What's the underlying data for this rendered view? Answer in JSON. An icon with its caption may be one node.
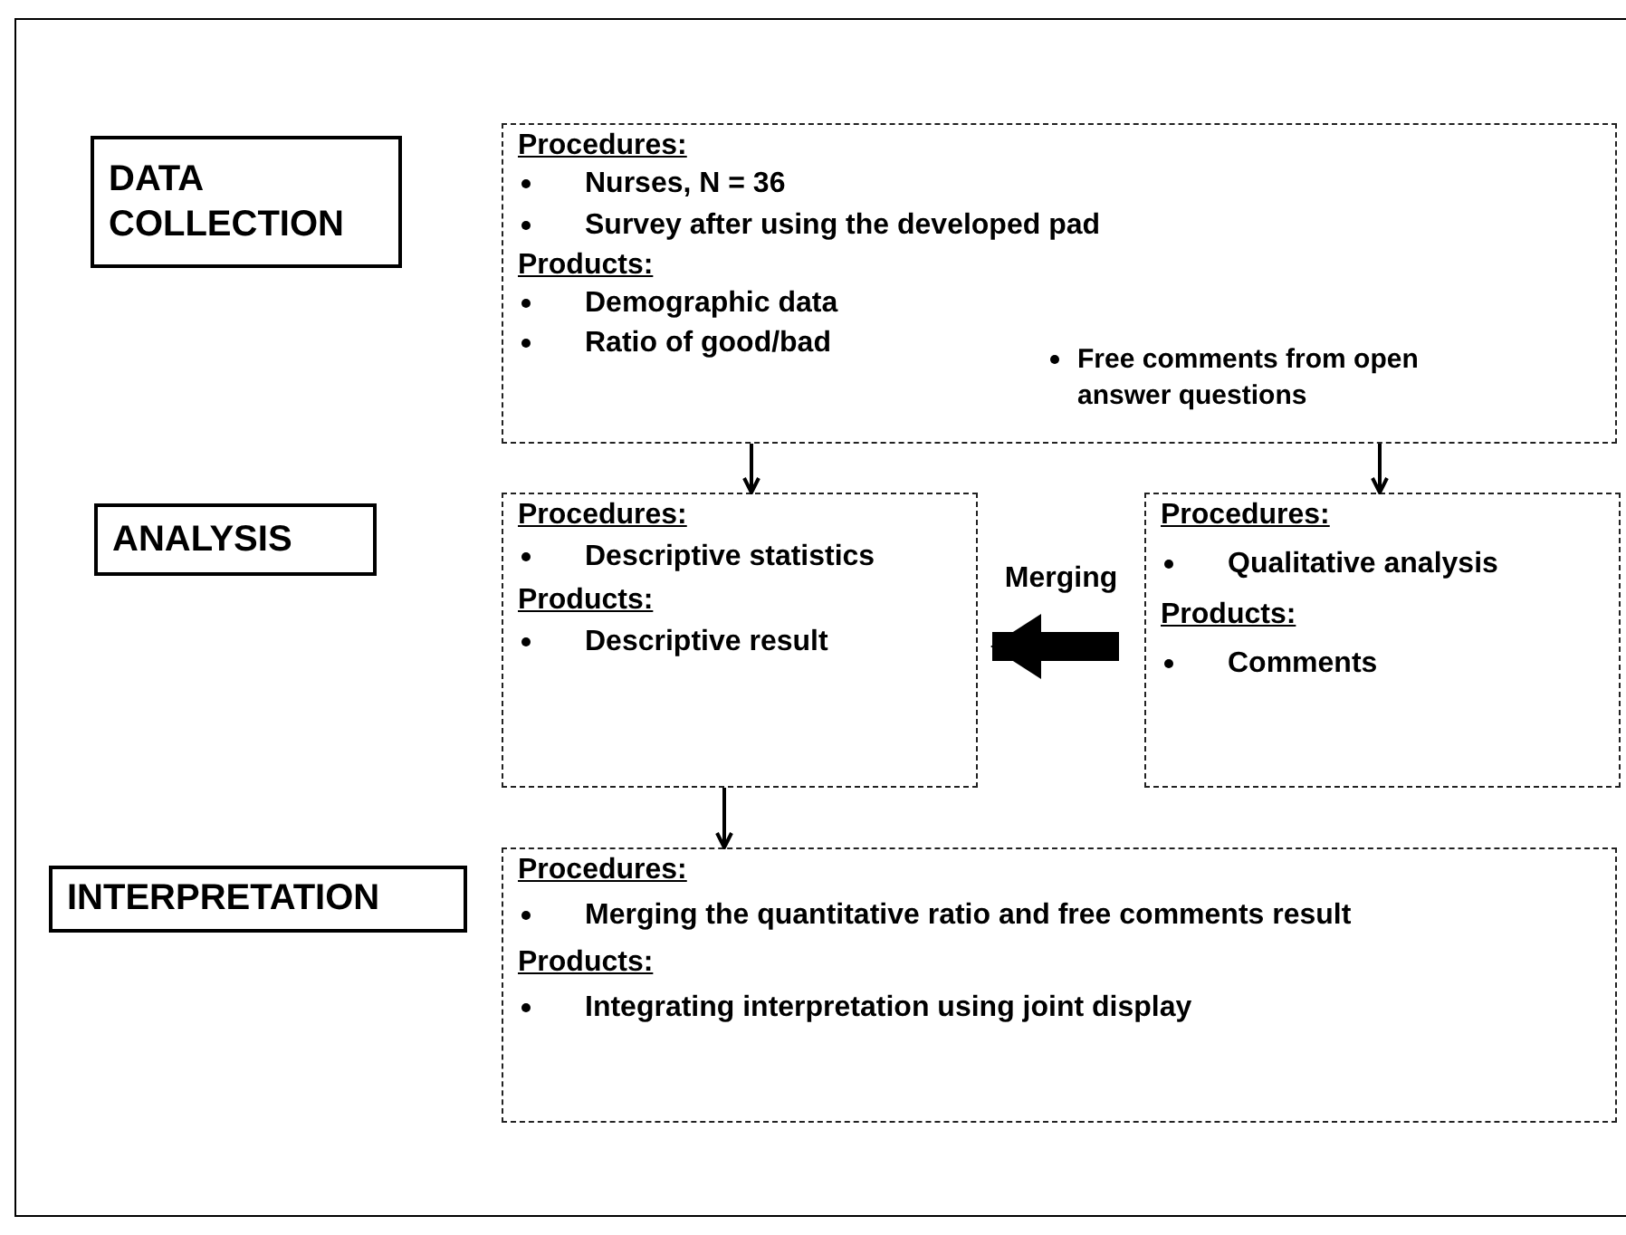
{
  "diagram": {
    "nodes": [
      {
        "text": [
          "DATA COLLECTION"
        ]
      },
      {
        "text": [
          "Procedures:",
          "Nurses, N = 36",
          "Survey after using the developed pad",
          "Products:",
          "Demographic data",
          "Ratio of good/bad",
          "Free comments from open answer questions"
        ]
      },
      {
        "text": [
          "ANALYSIS"
        ]
      },
      {
        "text": [
          "Procedures:",
          "Descriptive statistics",
          "Products:",
          "Descriptive result"
        ]
      },
      {
        "text": [
          "Procedures:",
          "Qualitative analysis",
          "Products:",
          "Comments"
        ]
      },
      {
        "text": [
          "INTERPRETATION"
        ]
      },
      {
        "text": [
          "Procedures:",
          "Merging the quantitative ratio and free comments result",
          "Products:",
          "Integrating interpretation using joint display"
        ]
      }
    ],
    "edges": [
      {
        "from": 1,
        "to": 3,
        "arrow": "to"
      },
      {
        "from": 1,
        "to": 4,
        "arrow": "to"
      },
      {
        "from": 4,
        "to": 3,
        "arrow": "to",
        "label": "Merging",
        "style": "thick"
      },
      {
        "from": 3,
        "to": 6,
        "arrow": "to"
      }
    ]
  }
}
